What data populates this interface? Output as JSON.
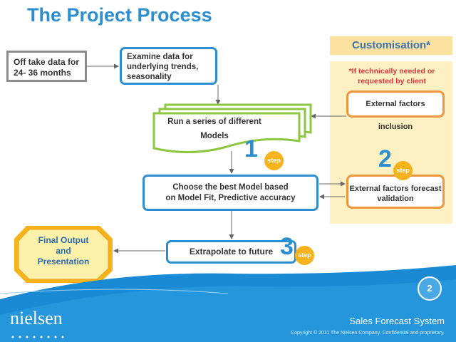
{
  "title": "The Project Process",
  "offtake_box": "Off take data for 24- 36 months",
  "examine_box": "Examine data for underlying trends, seasonality",
  "models_box_line1": "Run a series of different",
  "models_box_line2": "Models",
  "choose_box_line1": "Choose the best Model based",
  "choose_box_line2": "on Model Fit, Predictive accuracy",
  "extrapolate_box": "Extrapolate to future",
  "final_output": {
    "line1": "Final Output",
    "line2": "and",
    "line3": "Presentation"
  },
  "customisation": {
    "header": "Customisation*",
    "note_line1": "*If technically needed or",
    "note_line2": "requested by client",
    "inclusion": "External factors inclusion",
    "validation_line1": "External factors forecast",
    "validation_line2": "validation"
  },
  "steps": [
    {
      "number": "1",
      "label": "step"
    },
    {
      "number": "2",
      "label": "step"
    },
    {
      "number": "3",
      "label": "step"
    }
  ],
  "footer": {
    "page_number": "2",
    "system_name": "Sales Forecast System",
    "copyright": "Copyright © 2011 The Nielsen Company. Confidential and proprietary.",
    "logo_text": "nielsen"
  },
  "colors": {
    "blue": "#2b8ed0",
    "green": "#8dc63f",
    "orange": "#f0953a",
    "gold": "#f8b31c",
    "gray": "#8c8c8c"
  }
}
